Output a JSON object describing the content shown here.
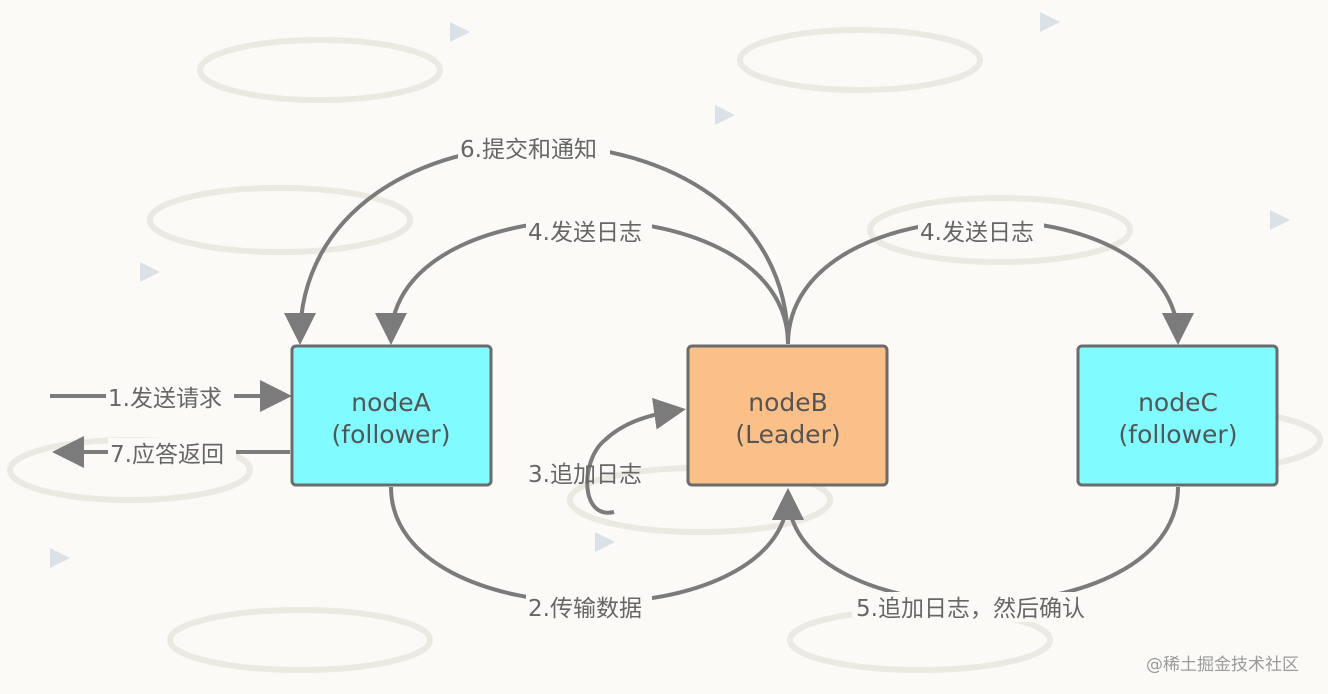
{
  "nodes": {
    "nodeA": {
      "name": "nodeA",
      "role": "(follower)",
      "fill": "#80fbff"
    },
    "nodeB": {
      "name": "nodeB",
      "role": "(Leader)",
      "fill": "#fbbf88"
    },
    "nodeC": {
      "name": "nodeC",
      "role": "(follower)",
      "fill": "#80fbff"
    }
  },
  "edges": {
    "send_request": "1.发送请求",
    "transfer_data": "2.传输数据",
    "append_log_leader": "3.追加日志",
    "send_log_a": "4.发送日志",
    "send_log_c": "4.发送日志",
    "append_then_confirm": "5.追加日志，然后确认",
    "commit_notify": "6.提交和通知",
    "reply_return": "7.应答返回"
  },
  "credit": "@稀土掘金技术社区",
  "colors": {
    "edge": "#7b7b7b",
    "border": "#6b6b6b",
    "label": "#666666"
  }
}
